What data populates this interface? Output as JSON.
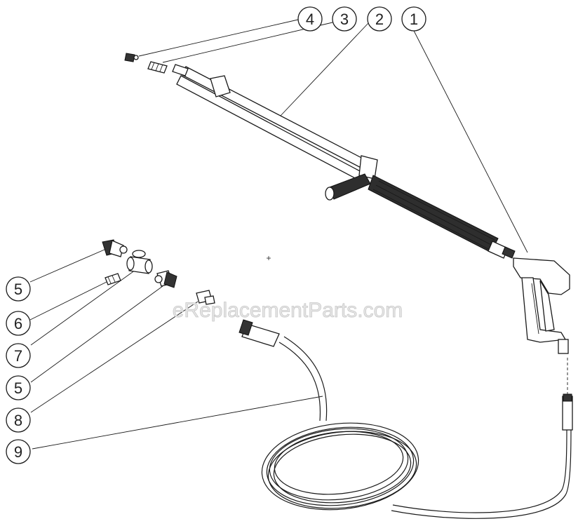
{
  "watermark": "eReplacementParts.com",
  "callouts": [
    {
      "id": "c1",
      "label": "1"
    },
    {
      "id": "c2",
      "label": "2"
    },
    {
      "id": "c3",
      "label": "3"
    },
    {
      "id": "c4",
      "label": "4"
    },
    {
      "id": "c5a",
      "label": "5"
    },
    {
      "id": "c6",
      "label": "6"
    },
    {
      "id": "c7",
      "label": "7"
    },
    {
      "id": "c5b",
      "label": "5"
    },
    {
      "id": "c8",
      "label": "8"
    },
    {
      "id": "c9",
      "label": "9"
    }
  ],
  "center_mark": "+"
}
